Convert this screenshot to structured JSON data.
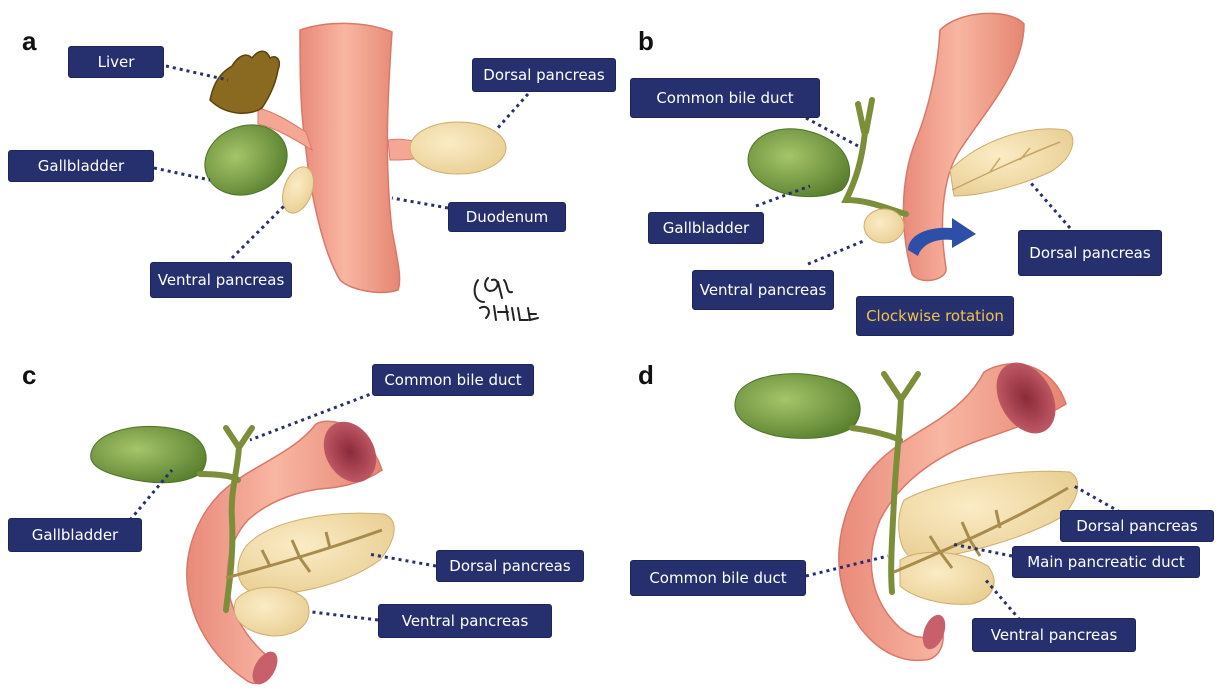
{
  "panels": {
    "a": {
      "letter": "a",
      "labels": {
        "liver": "Liver",
        "gallbladder": "Gallbladder",
        "ventral_pancreas": "Ventral pancreas",
        "dorsal_pancreas": "Dorsal pancreas",
        "duodenum": "Duodenum"
      }
    },
    "b": {
      "letter": "b",
      "labels": {
        "common_bile_duct": "Common bile duct",
        "gallbladder": "Gallbladder",
        "ventral_pancreas": "Ventral pancreas",
        "dorsal_pancreas": "Dorsal pancreas",
        "clockwise_rotation": "Clockwise rotation"
      }
    },
    "c": {
      "letter": "c",
      "labels": {
        "common_bile_duct": "Common bile duct",
        "gallbladder": "Gallbladder",
        "dorsal_pancreas": "Dorsal pancreas",
        "ventral_pancreas": "Ventral pancreas"
      }
    },
    "d": {
      "letter": "d",
      "labels": {
        "dorsal_pancreas": "Dorsal pancreas",
        "main_pancreatic_duct": "Main pancreatic duct",
        "common_bile_duct": "Common bile duct",
        "ventral_pancreas": "Ventral pancreas"
      }
    }
  },
  "colors": {
    "label_bg": "#26306e",
    "label_text": "#ffffff",
    "rotation_text": "#f0c24a",
    "gut": "#f2a08c",
    "gut_inner": "#b8505e",
    "gallbladder": "#6f9a3c",
    "pancreas": "#f3dfaa",
    "duct": "#8a9a52",
    "leader": "#26306e",
    "arrow": "#2d4fa8"
  }
}
